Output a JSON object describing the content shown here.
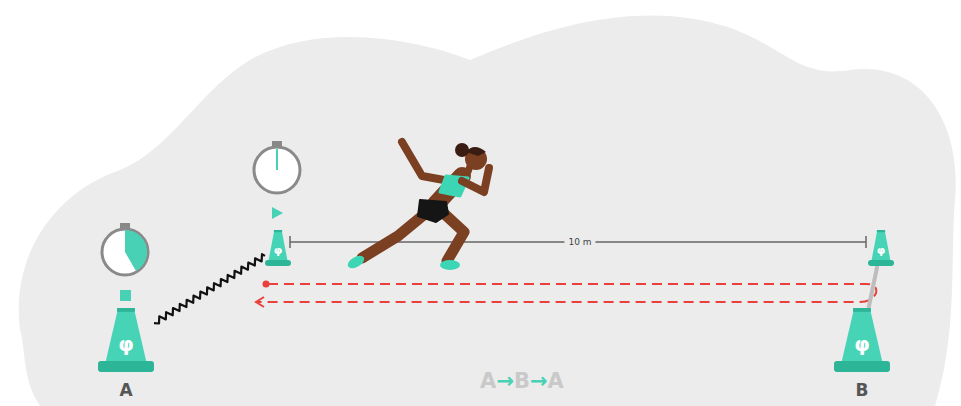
{
  "diagram": {
    "nodes": [
      {
        "text": [
          "φ",
          "A"
        ]
      },
      {
        "text": [
          "φ"
        ]
      },
      {
        "text": [
          "φ"
        ]
      },
      {
        "text": [
          "φ",
          "B"
        ]
      }
    ],
    "edges": [
      {
        "from": 0,
        "to": 1,
        "arrow": "none"
      },
      {
        "from": 2,
        "to": 3,
        "arrow": "none"
      }
    ],
    "labels": [
      "10 m",
      "A→B→A"
    ]
  }
}
